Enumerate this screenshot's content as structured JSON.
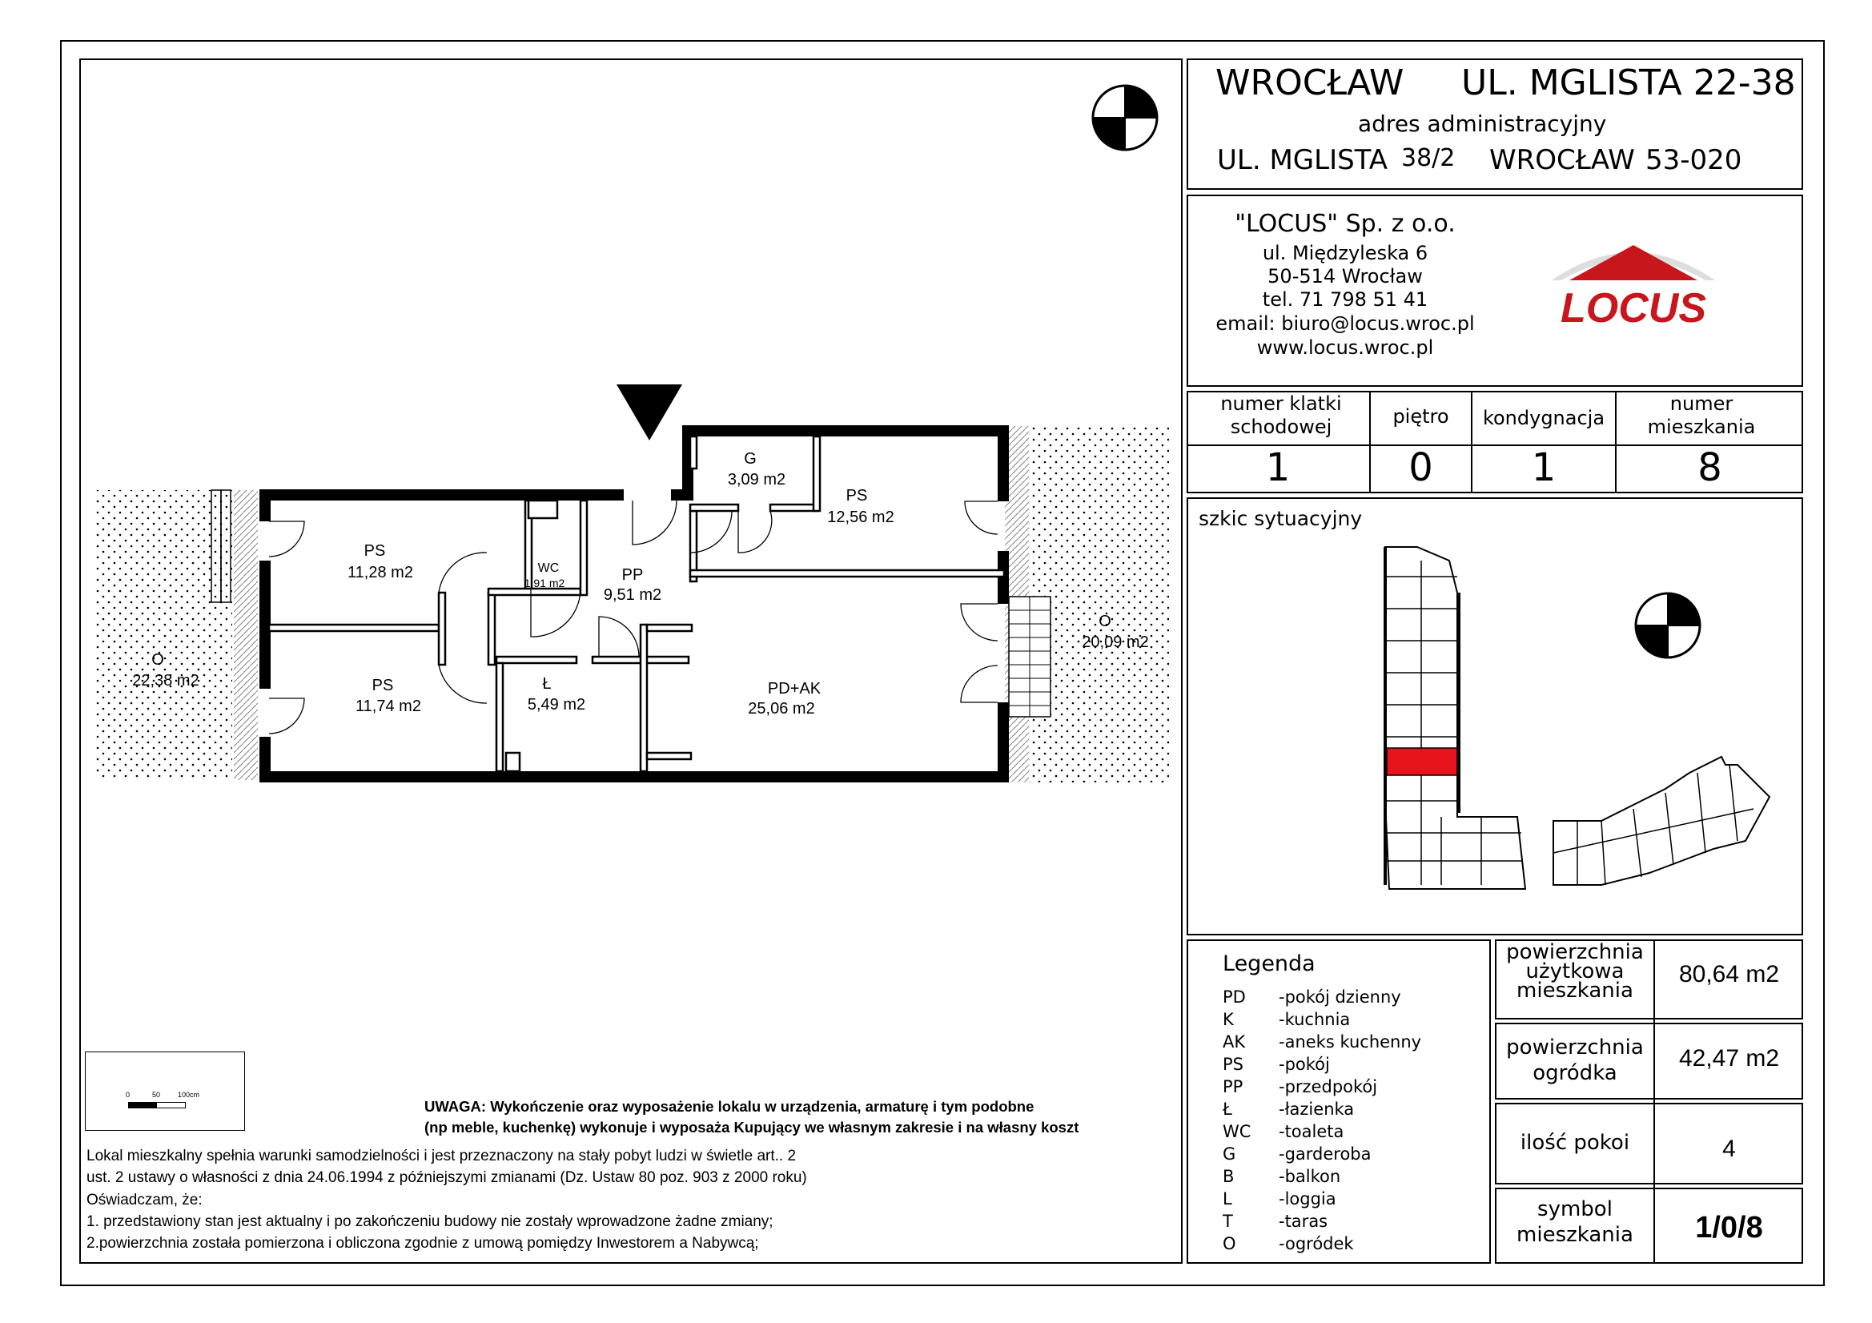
{
  "header": {
    "city": "WROCŁAW",
    "street": "UL. MGLISTA 22-38",
    "admin_label": "adres administracyjny",
    "admin_street": "UL. MGLISTA",
    "admin_number": "38/2",
    "admin_city": "WROCŁAW",
    "admin_postcode": "53-020"
  },
  "company": {
    "name": "\"LOCUS\" Sp. z o.o.",
    "address1": "ul. Międzyleska 6",
    "address2": "50-514 Wrocław",
    "phone": "tel. 71 798 51 41",
    "email": "email: biuro@locus.wroc.pl",
    "www": "www.locus.wroc.pl",
    "logo_text": "LOCUS",
    "logo_color": "#c8161d"
  },
  "unit_info": {
    "headers": [
      "numer klatki schodowej",
      "piętro",
      "kondygnacja",
      "numer mieszkania"
    ],
    "values": [
      "1",
      "0",
      "1",
      "8"
    ]
  },
  "situation": {
    "label": "szkic sytuacyjny"
  },
  "legend": {
    "title": "Legenda",
    "items": [
      {
        "code": "PD",
        "desc": "-pokój dzienny"
      },
      {
        "code": "K",
        "desc": "-kuchnia"
      },
      {
        "code": "AK",
        "desc": "-aneks kuchenny"
      },
      {
        "code": "PS",
        "desc": "-pokój"
      },
      {
        "code": "PP",
        "desc": "-przedpokój"
      },
      {
        "code": "Ł",
        "desc": "-łazienka"
      },
      {
        "code": "WC",
        "desc": "-toaleta"
      },
      {
        "code": "G",
        "desc": "-garderoba"
      },
      {
        "code": "B",
        "desc": "-balkon"
      },
      {
        "code": "L",
        "desc": "-loggia"
      },
      {
        "code": "T",
        "desc": "-taras"
      },
      {
        "code": "O",
        "desc": "-ogródek"
      }
    ]
  },
  "summary": {
    "area_label_1": "powierzchnia",
    "area_label_2": "użytkowa",
    "area_label_3": "mieszkania",
    "area_value": "80,64 m2",
    "garden_label_1": "powierzchnia",
    "garden_label_2": "ogródka",
    "garden_value": "42,47 m2",
    "rooms_label": "ilość pokoi",
    "rooms_value": "4",
    "symbol_label_1": "symbol",
    "symbol_label_2": "mieszkania",
    "symbol_value": "1/0/8"
  },
  "rooms": [
    {
      "name": "PS",
      "area": "11,28 m2"
    },
    {
      "name": "WC",
      "area": "1,91 m2"
    },
    {
      "name": "PP",
      "area": "9,51 m2"
    },
    {
      "name": "G",
      "area": "3,09 m2"
    },
    {
      "name": "PS",
      "area": "12,56 m2"
    },
    {
      "name": "PS",
      "area": "11,74 m2"
    },
    {
      "name": "Ł",
      "area": "5,49 m2"
    },
    {
      "name": "PD+AK",
      "area": "25,06 m2"
    },
    {
      "name": "O",
      "area": "22,38 m2"
    },
    {
      "name": "O",
      "area": "20,09 m2"
    }
  ],
  "scale": {
    "labels": [
      "0",
      "50",
      "100cm"
    ]
  },
  "notes": {
    "warning_1": "UWAGA: Wykończenie oraz wyposażenie lokalu w urządzenia, armaturę i tym podobne",
    "warning_2": "(np meble, kuchenkę) wykonuje i wyposaża Kupujący we własnym zakresie i na własny koszt",
    "line_1": "Lokal mieszkalny spełnia warunki samodzielności i jest przeznaczony na stały pobyt ludzi w świetle art.. 2",
    "line_2": "ust. 2 ustawy o własności z dnia 24.06.1994  z późniejszymi zmianami (Dz. Ustaw 80 poz. 903 z 2000 roku)",
    "line_3": "Oświadczam, że:",
    "line_4": "1. przedstawiony stan jest aktualny i po zakończeniu budowy nie zostały wprowadzone żadne zmiany;",
    "line_5": "2.powierzchnia została pomierzona i obliczona zgodnie z umową pomiędzy Inwestorem a Nabywcą;"
  }
}
